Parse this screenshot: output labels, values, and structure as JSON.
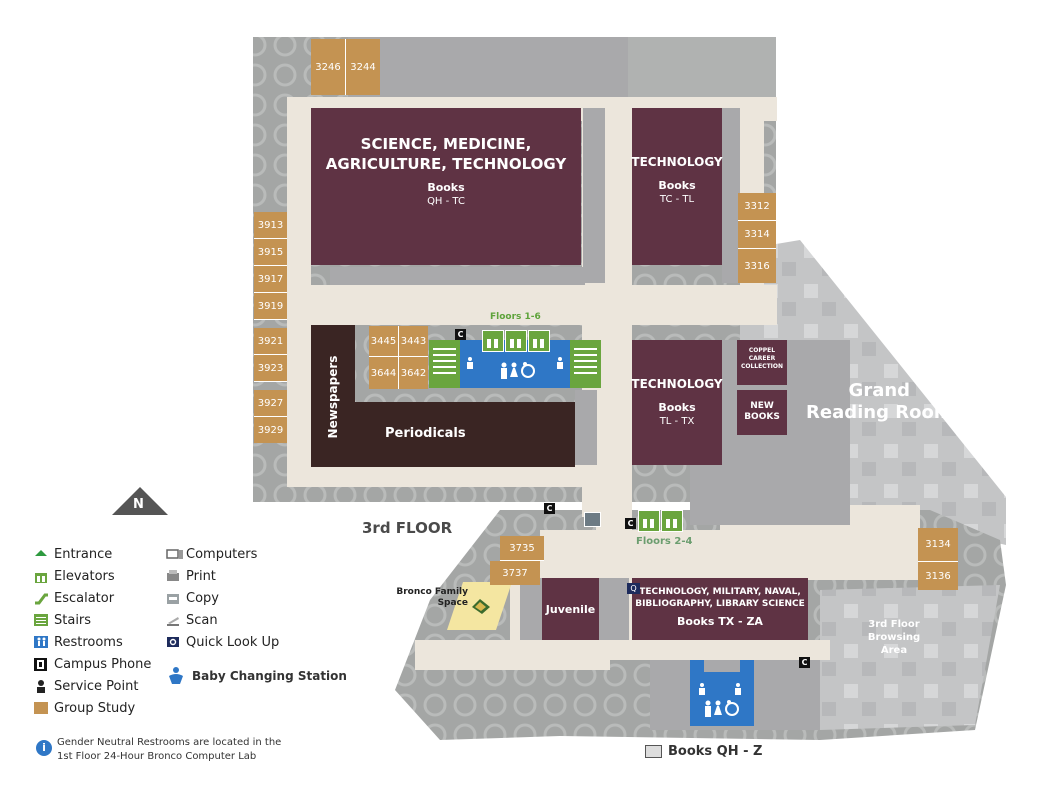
{
  "floor_label": "3rd FLOOR",
  "north_label": "N",
  "sections": {
    "science": {
      "title_1": "SCIENCE, MEDICINE,",
      "title_2": "AGRICULTURE, TECHNOLOGY",
      "books": "Books",
      "range": "QH - TC"
    },
    "tech1": {
      "title": "TECHNOLOGY",
      "books": "Books",
      "range": "TC - TL"
    },
    "tech2": {
      "title": "TECHNOLOGY",
      "books": "Books",
      "range": "TL - TX"
    },
    "tech3": {
      "title_1": "TECHNOLOGY, MILITARY, NAVAL,",
      "title_2": "BIBLIOGRAPHY, LIBRARY SCIENCE",
      "books": "Books TX - ZA"
    },
    "coppel": {
      "l1": "COPPEL",
      "l2": "CAREER",
      "l3": "COLLECTION"
    },
    "new_books": {
      "l1": "NEW",
      "l2": "BOOKS"
    },
    "newspapers": "Newspapers",
    "periodicals": "Periodicals",
    "juvenile": "Juvenile"
  },
  "rooms": {
    "r3246": "3246",
    "r3244": "3244",
    "r3913": "3913",
    "r3915": "3915",
    "r3917": "3917",
    "r3919": "3919",
    "r3921": "3921",
    "r3923": "3923",
    "r3927": "3927",
    "r3929": "3929",
    "r3312": "3312",
    "r3314": "3314",
    "r3316": "3316",
    "r3445": "3445",
    "r3443": "3443",
    "r3644": "3644",
    "r3642": "3642",
    "r3735": "3735",
    "r3737": "3737",
    "r3134": "3134",
    "r3136": "3136"
  },
  "areas": {
    "grand_1": "Grand",
    "grand_2": "Reading Room",
    "browse_1": "3rd Floor",
    "browse_2": "Browsing",
    "browse_3": "Area",
    "bronco_1": "Bronco Family",
    "bronco_2": "Space",
    "floors_16": "Floors 1-6",
    "floors_24": "Floors 2-4",
    "books_qhz": "Books QH - Z",
    "qlu": "Q",
    "phone_glyph": "C"
  },
  "legend": {
    "left": [
      "Entrance",
      "Elevators",
      "Escalator",
      "Stairs",
      "Restrooms",
      "Campus Phone",
      "Service Point",
      "Group Study"
    ],
    "right": [
      "Computers",
      "Print",
      "Copy",
      "Scan",
      "Quick Look Up",
      "Baby Changing Station"
    ],
    "note_1": "Gender Neutral Restrooms are located in the",
    "note_2": "1st Floor 24-Hour Bronco Computer Lab",
    "info_glyph": "i"
  },
  "colors": {
    "section": "#5f3344",
    "group_study": "#c49352",
    "stairs": "#6aa53e",
    "restroom": "#2f77c6",
    "corridor": "#ece6dc",
    "wall": "#a9a9ab",
    "reading_room": "#bcbcbe"
  }
}
